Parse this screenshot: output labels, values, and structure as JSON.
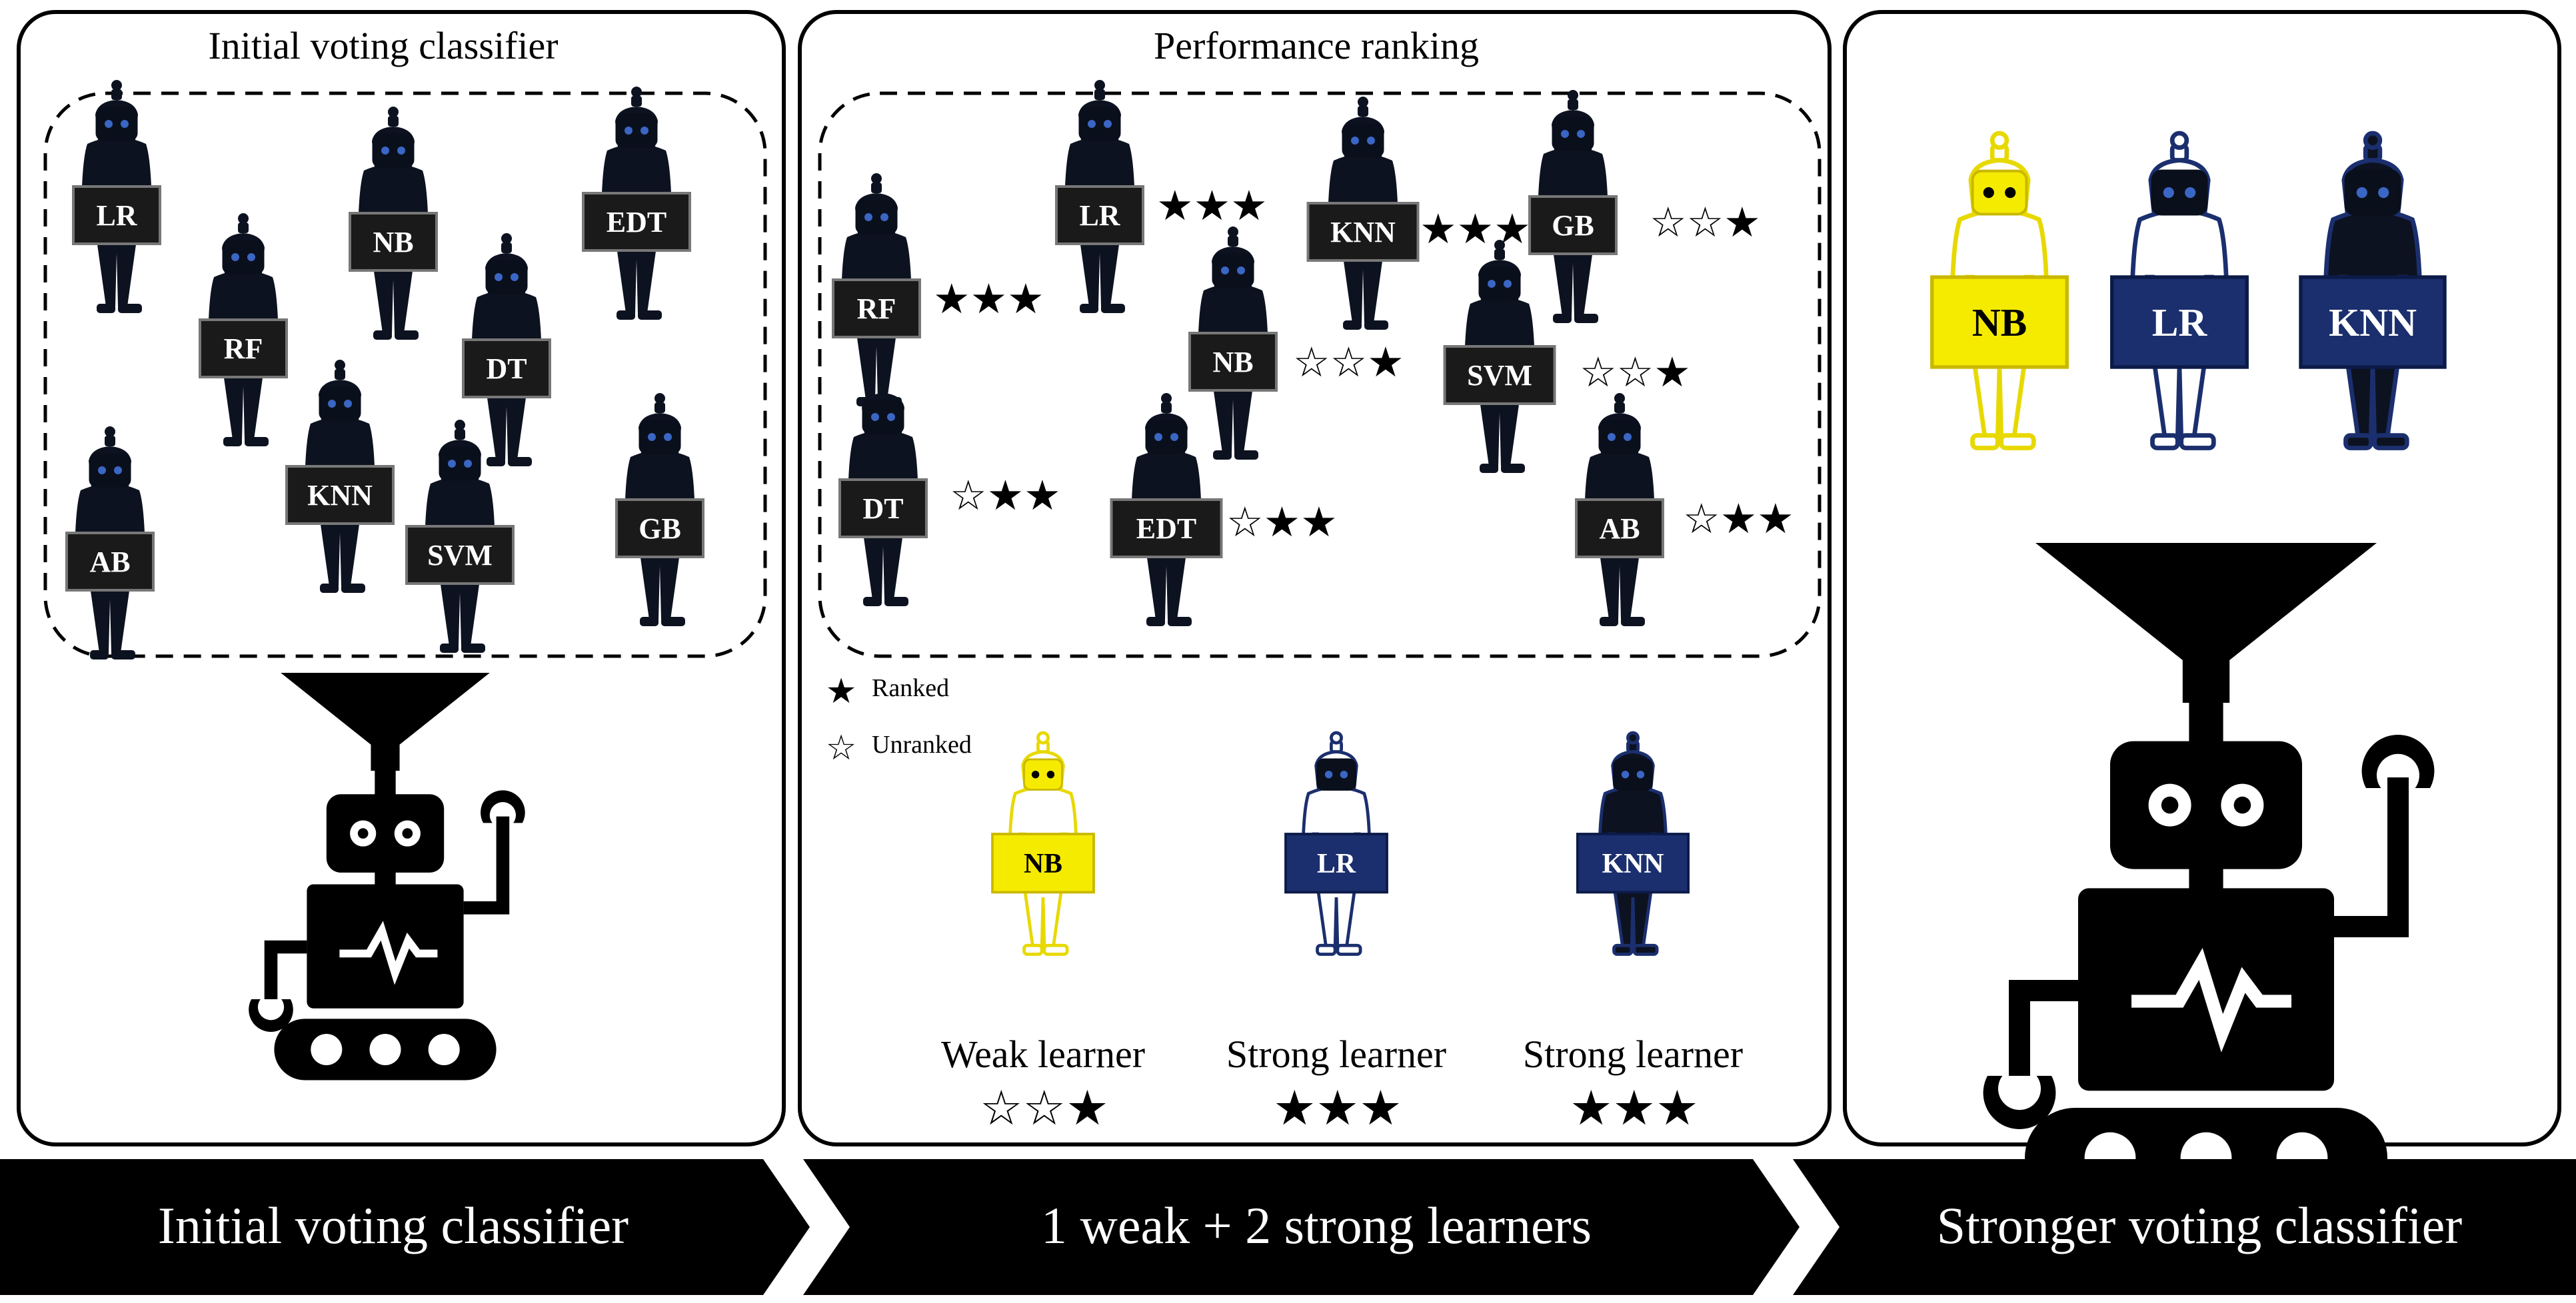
{
  "panels": {
    "initial": {
      "title": "Initial voting classifier",
      "learners": [
        "LR",
        "NB",
        "EDT",
        "RF",
        "DT",
        "KNN",
        "AB",
        "SVM",
        "GB"
      ]
    },
    "ranking": {
      "title": "Performance ranking",
      "learners": [
        {
          "label": "LR",
          "stars": "★★★"
        },
        {
          "label": "KNN",
          "stars": "★★★"
        },
        {
          "label": "GB",
          "stars": "☆☆★"
        },
        {
          "label": "RF",
          "stars": "★★★"
        },
        {
          "label": "NB",
          "stars": "☆☆★"
        },
        {
          "label": "SVM",
          "stars": "☆☆★"
        },
        {
          "label": "DT",
          "stars": "☆★★"
        },
        {
          "label": "EDT",
          "stars": "☆★★"
        },
        {
          "label": "AB",
          "stars": "☆★★"
        }
      ],
      "legend": {
        "ranked_icon": "★",
        "ranked_label": "Ranked",
        "unranked_icon": "☆",
        "unranked_label": "Unranked"
      },
      "selected": [
        {
          "label": "NB",
          "role": "Weak learner",
          "stars": "☆☆★",
          "color": "#f5eb00"
        },
        {
          "label": "LR",
          "role": "Strong learner",
          "stars": "★★★",
          "color": "#1b2f6e"
        },
        {
          "label": "KNN",
          "role": "Strong learner",
          "stars": "★★★",
          "color": "#1b2f6e"
        }
      ]
    },
    "final": {
      "learners": [
        {
          "label": "NB",
          "color": "#f5eb00"
        },
        {
          "label": "LR",
          "color": "#1b2f6e"
        },
        {
          "label": "KNN",
          "color": "#1b2f6e"
        }
      ]
    }
  },
  "banner": {
    "stage1": "Initial voting classifier",
    "stage2": "1 weak + 2 strong learners",
    "stage3": "Stronger voting classifier"
  },
  "colors": {
    "weak": "#f5eb00",
    "strong": "#1b2f6e",
    "figure": "#0d1220",
    "sign": "#1a1a1a",
    "banner": "#000000"
  }
}
